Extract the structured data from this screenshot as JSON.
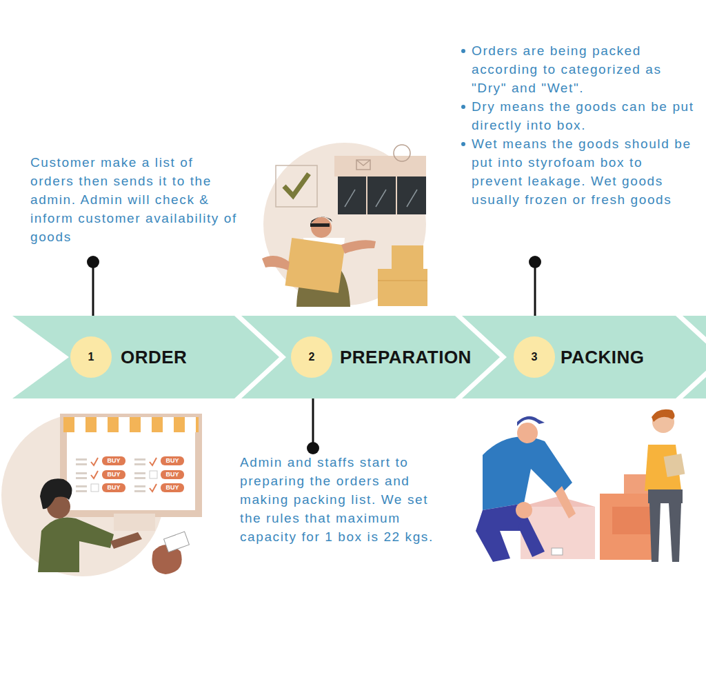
{
  "diagram": {
    "nodes": [
      {
        "text": [
          "ORDER"
        ]
      },
      {
        "text": [
          "1"
        ],
        "in": 0
      },
      {
        "text": [
          "PREPARATION"
        ]
      },
      {
        "text": [
          "2"
        ],
        "in": 2
      },
      {
        "text": [
          "PACKING"
        ]
      },
      {
        "text": [
          "3"
        ],
        "in": 4
      }
    ],
    "labels": [
      "Customer make a list of orders then sends it to the admin. Admin will check & inform customer availability of goods",
      "Admin and staffs start to preparing the orders and making packing list. We set the rules that maximum capacity for 1 box is 22 kgs.",
      "Orders are being packed according to categorized as \"Dry\" and \"Wet\".",
      "Dry means the goods can be put directly into box.",
      "Wet means the goods should be put into styrofoam box to prevent leakage. Wet goods usually frozen or fresh goods",
      "BUY",
      "BUY",
      "BUY",
      "BUY",
      "BUY",
      "BUY"
    ]
  }
}
